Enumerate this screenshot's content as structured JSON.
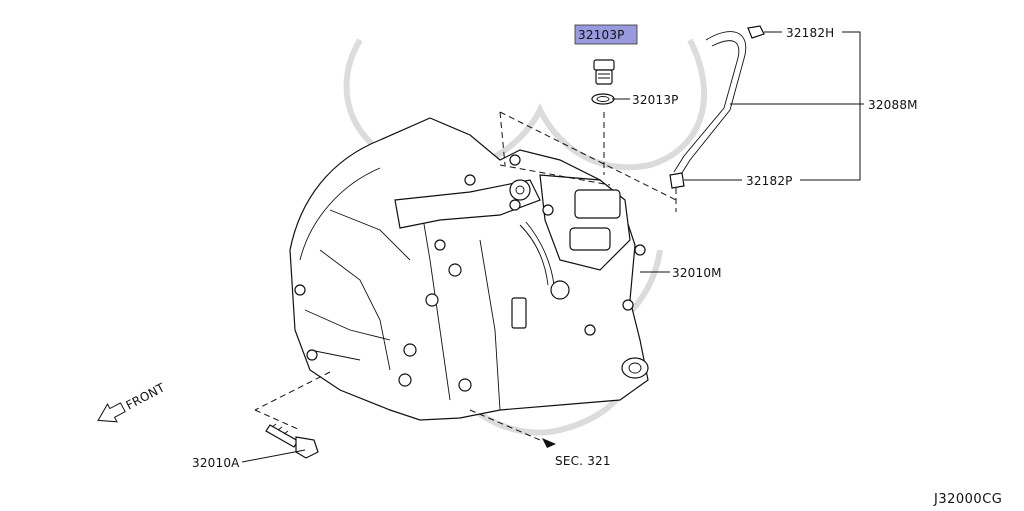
{
  "diagram": {
    "labels": {
      "p32103P": "32103P",
      "p32013P": "32013P",
      "p32182H": "32182H",
      "p32088M": "32088M",
      "p32182P": "32182P",
      "p32010M": "32010M",
      "p32010A": "32010A",
      "front": "FRONT",
      "sec": "SEC. 321",
      "ref": "J32000CG"
    },
    "colors": {
      "highlight": "#9999dd",
      "ink": "#111111",
      "watermark": "#d8d8d8"
    }
  }
}
